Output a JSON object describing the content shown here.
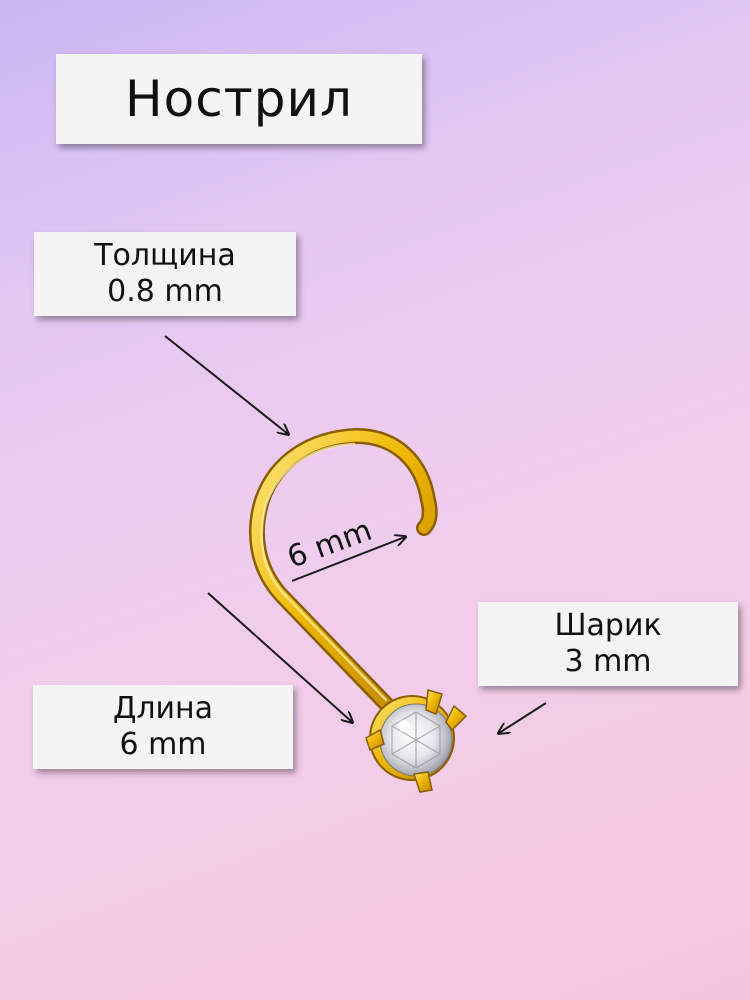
{
  "title": "Нострил",
  "labels": {
    "thickness": {
      "name": "Толщина",
      "value": "0.8 mm"
    },
    "ball": {
      "name": "Шарик",
      "value": "3 mm"
    },
    "length": {
      "name": "Длина",
      "value": "6 mm"
    },
    "curl": "6 mm"
  },
  "colors": {
    "gold": "#e0a800",
    "gold_light": "#ffe066",
    "gold_dark": "#a97400"
  }
}
